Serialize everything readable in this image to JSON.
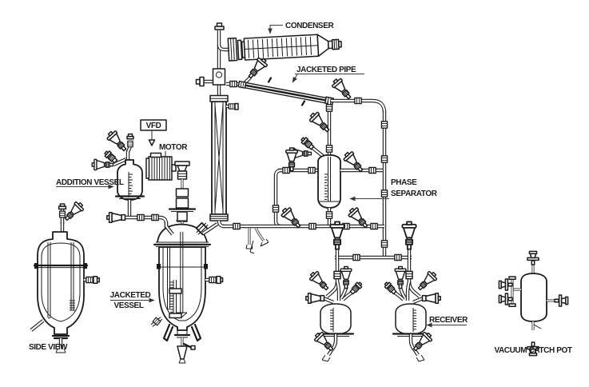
{
  "page": {
    "background": "#ffffff",
    "line_color": "#1a1a1a",
    "label_color": "#1b1b1b"
  },
  "labels": {
    "condenser": "CONDENSER",
    "jacketed_pipe": "JACKETED PIPE",
    "phase_separator_line1": "PHASE",
    "phase_separator_line2": "SEPARATOR",
    "vfd": "VFD",
    "motor": "MOTOR",
    "addition_vessel": "ADDITION VESSEL",
    "jacketed_vessel_line1": "JACKETED",
    "jacketed_vessel_line2": "VESSEL",
    "side_view": "SIDE VIEW",
    "receiver": "RECEIVER",
    "vacuum_catch_pot": "VACUUM CATCH POT"
  }
}
